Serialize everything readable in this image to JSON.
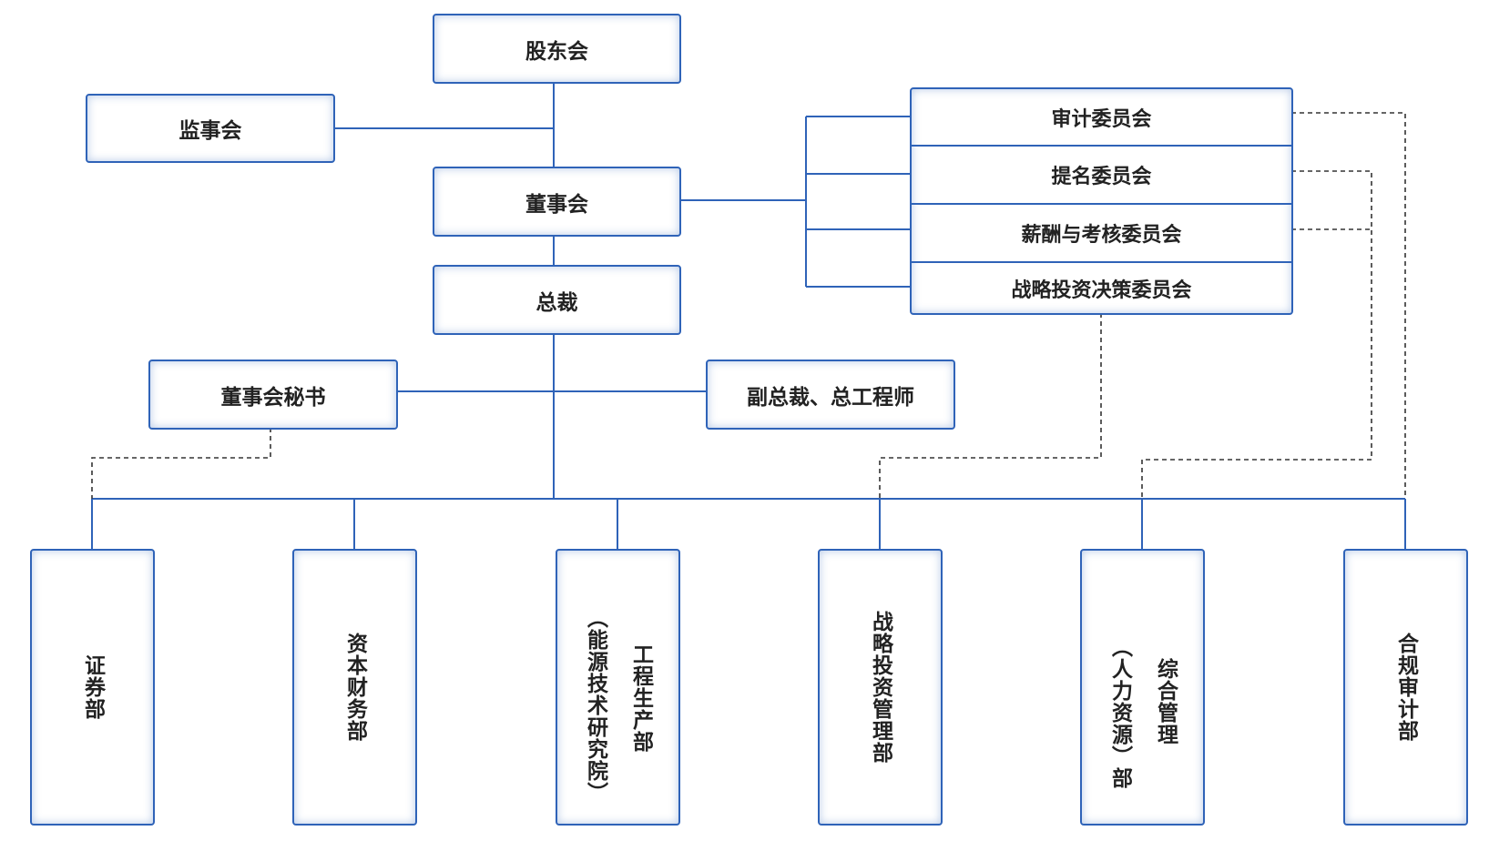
{
  "org": {
    "shareholders": "股东会",
    "supervisory_board": "监事会",
    "board": "董事会",
    "president": "总裁",
    "board_secretary": "董事会秘书",
    "vp": "副总裁、总工程师",
    "committees": [
      "审计委员会",
      "提名委员会",
      "薪酬与考核委员会",
      "战略投资决策委员会"
    ],
    "departments": {
      "securities": "证券部",
      "capital_finance": "资本财务部",
      "engineering_col1": "工程生产部",
      "engineering_col2": "（能源技术研究院）",
      "strategy": "战略投资管理部",
      "admin_col1": "综合管理",
      "admin_col2": "（人力资源）部",
      "compliance": "合规审计部"
    }
  },
  "colors": {
    "line": "#2f63b8",
    "dashed": "#333333",
    "box_border": "#2f63b8"
  }
}
